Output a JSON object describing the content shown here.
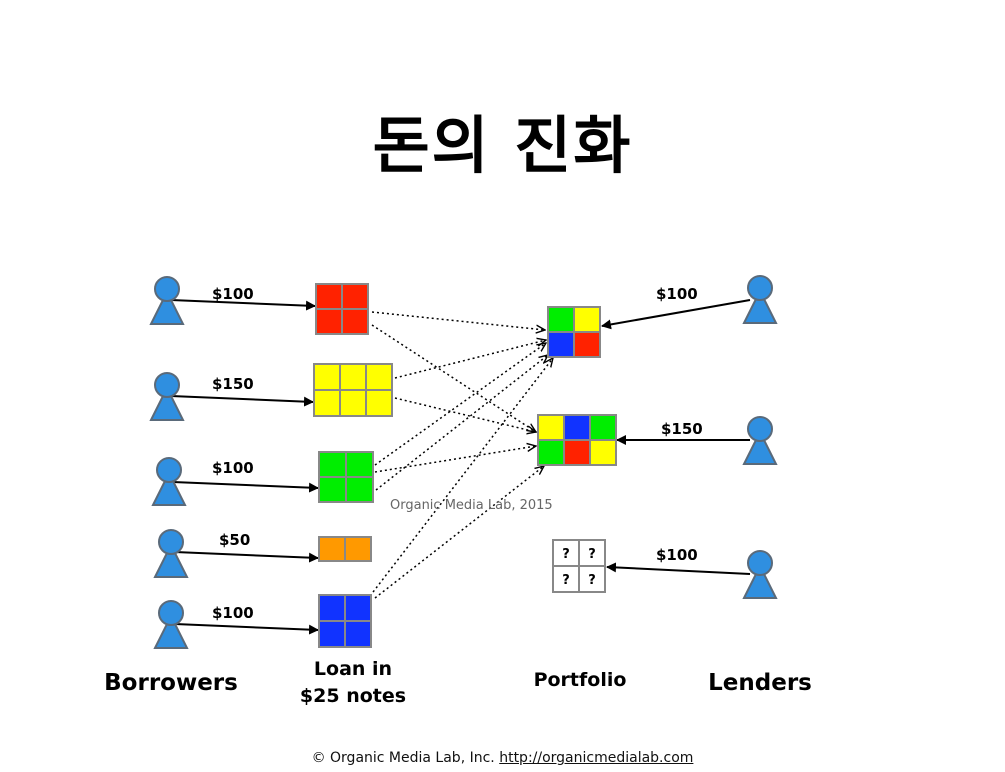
{
  "title": "돈의 진화",
  "colors": {
    "red": "#ff2200",
    "yellow": "#ffff00",
    "green": "#00ee00",
    "orange": "#ff9900",
    "blue": "#1133ff",
    "grid": "#888888",
    "person_fill": "#2f8fe0",
    "person_stroke": "#5a6a7a"
  },
  "borrowers": [
    {
      "amount": "$100"
    },
    {
      "amount": "$150"
    },
    {
      "amount": "$100"
    },
    {
      "amount": "$50"
    },
    {
      "amount": "$100"
    }
  ],
  "lenders": [
    {
      "amount": "$100"
    },
    {
      "amount": "$150"
    },
    {
      "amount": "$100"
    }
  ],
  "loans": [
    {
      "color": "red",
      "cells": 4
    },
    {
      "color": "yellow",
      "cells": 6
    },
    {
      "color": "green",
      "cells": 4
    },
    {
      "color": "orange",
      "cells": 2
    },
    {
      "color": "blue",
      "cells": 4
    }
  ],
  "portfolios": [
    {
      "cells": [
        "green",
        "yellow",
        "blue",
        "red"
      ]
    },
    {
      "cells": [
        "yellow",
        "blue",
        "green",
        "green",
        "red",
        "yellow"
      ]
    },
    {
      "cells": [
        "?",
        "?",
        "?",
        "?"
      ]
    }
  ],
  "labels": {
    "borrowers": "Borrowers",
    "loan_line1": "Loan in",
    "loan_line2": "$25 notes",
    "portfolio": "Portfolio",
    "lenders": "Lenders"
  },
  "watermark": "Organic Media Lab, 2015",
  "footer": {
    "copyright": "© Organic Media Lab, Inc.",
    "url": "http://organicmedialab.com"
  }
}
